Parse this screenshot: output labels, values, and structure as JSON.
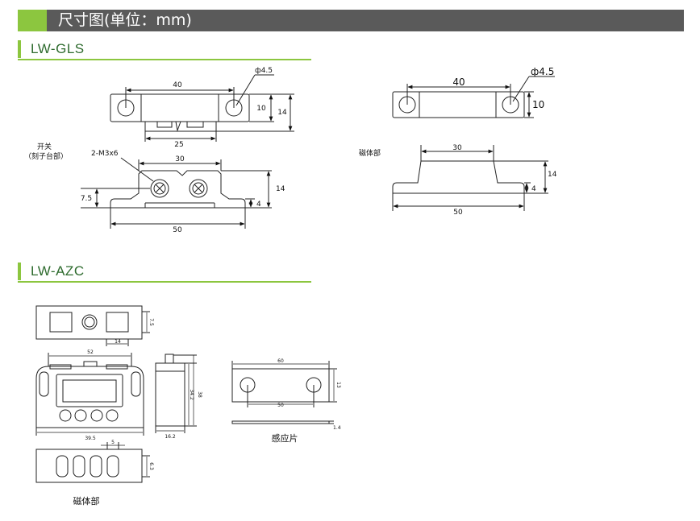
{
  "header": {
    "title": "尺寸图(单位：mm)"
  },
  "sections": {
    "gls": {
      "title": "LW-GLS"
    },
    "azc": {
      "title": "LW-AZC"
    }
  },
  "gls": {
    "switch_top": {
      "d40": "40",
      "phi": "ф4.5",
      "d10": "10",
      "d14": "14",
      "d25": "25"
    },
    "switch_label_1": "开关",
    "switch_label_2": "（刻子台部）",
    "switch_side": {
      "screw": "2-M3x6",
      "d30": "30",
      "d75": "7.5",
      "d14": "14",
      "d4": "4",
      "d50": "50"
    },
    "magnet_top": {
      "d40": "40",
      "phi": "ф4.5",
      "d10": "10"
    },
    "magnet_label": "磁体部",
    "magnet_side": {
      "d30": "30",
      "d14": "14",
      "d4": "4",
      "d50": "50"
    }
  },
  "azc": {
    "top": {
      "d75": "7.5",
      "d14": "14"
    },
    "front": {
      "d52": "52",
      "d395": "39.5"
    },
    "side": {
      "d342": "34.2",
      "d38": "38",
      "d162": "16.2"
    },
    "plate": {
      "d60": "60",
      "d13": "13",
      "d50": "50",
      "d14": "1.4",
      "label": "感应片"
    },
    "bottom": {
      "d5": "5",
      "d63": "6.3"
    },
    "magnet_label": "磁体部"
  }
}
